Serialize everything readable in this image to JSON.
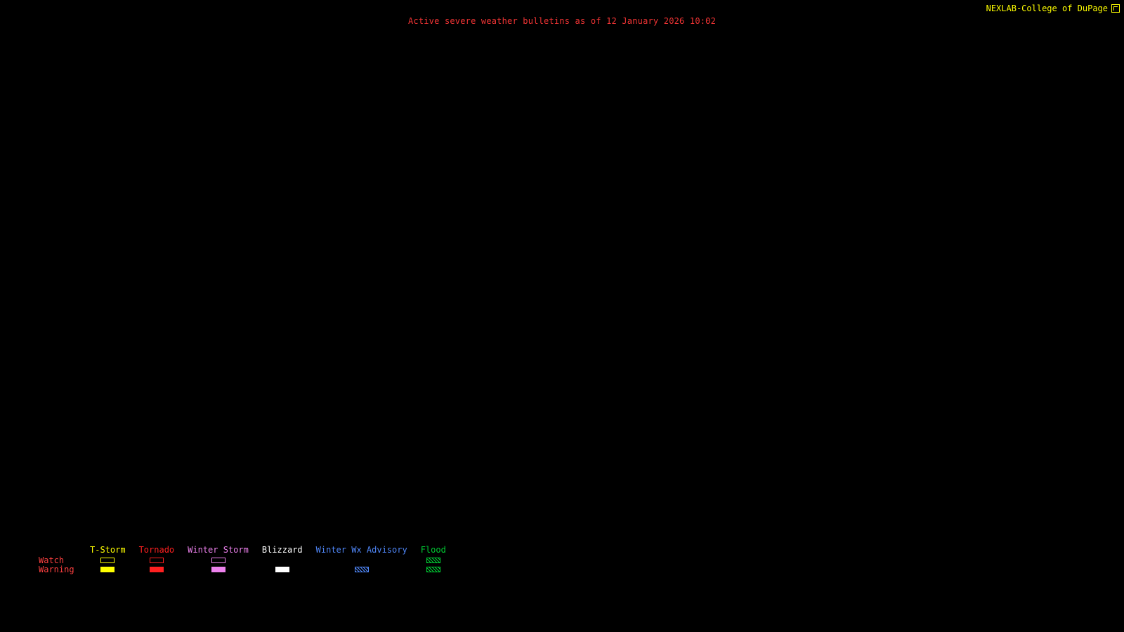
{
  "header": {
    "title": "Active severe weather bulletins as of 12 January 2026 10:02",
    "title_color": "#f03434"
  },
  "branding": {
    "text": "NEXLAB-College of DuPage",
    "color": "#ffff00"
  },
  "map": {
    "background_color": "#000000"
  },
  "legend": {
    "watch_label": "Watch",
    "warning_label": "Warning",
    "row_label_color": "#ff4040",
    "columns": [
      {
        "label": "T-Storm",
        "color": "#ffff00",
        "watch": "outline",
        "warning": "filled"
      },
      {
        "label": "Tornado",
        "color": "#ff2020",
        "watch": "outline",
        "warning": "filled"
      },
      {
        "label": "Winter Storm",
        "color": "#ee82ee",
        "watch": "outline",
        "warning": "filled"
      },
      {
        "label": "Blizzard",
        "color": "#ffffff",
        "watch": "none",
        "warning": "filled"
      },
      {
        "label": "Winter Wx Advisory",
        "color": "#4f86f7",
        "watch": "none",
        "warning": "hatched"
      },
      {
        "label": "Flood",
        "color": "#00cc33",
        "watch": "hatched",
        "warning": "hatched"
      }
    ]
  }
}
